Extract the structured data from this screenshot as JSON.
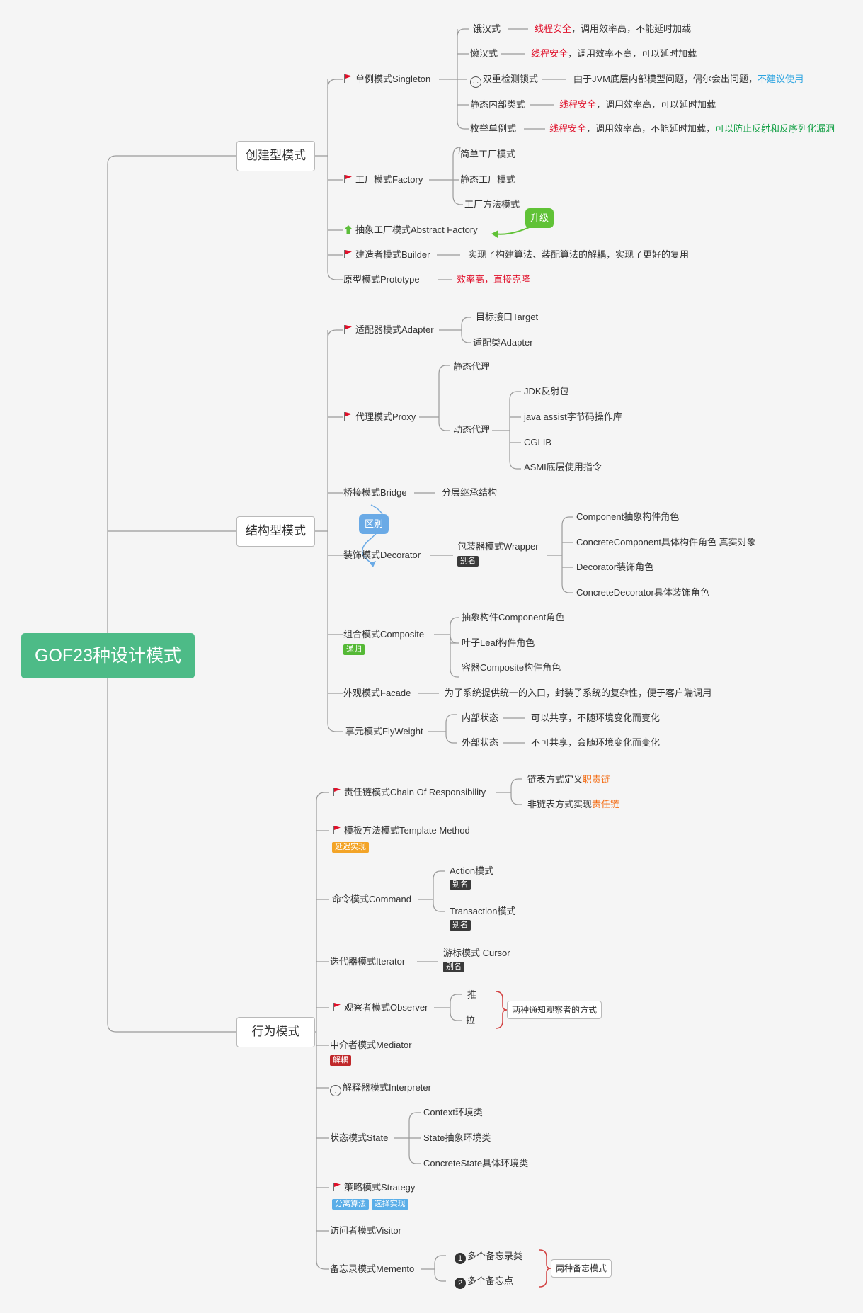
{
  "root": "GOF23种设计模式",
  "icons": {
    "flag": "red-flag-icon",
    "arrow": "green-up-arrow-icon",
    "face": "thinking-face-icon"
  },
  "colors": {
    "root": "#4dbb87",
    "red": "#e0102a",
    "blue": "#2ba3e0",
    "green": "#14a046",
    "orange": "#f46b12"
  },
  "creational": {
    "label": "创建型模式",
    "singleton": {
      "label": "单例模式Singleton",
      "items": [
        {
          "name": "饿汉式",
          "hl": "线程安全",
          "rest": "，调用效率高，不能延时加载"
        },
        {
          "name": "懒汉式",
          "hl": "线程安全",
          "rest": "，调用效率不高，可以延时加载"
        },
        {
          "name": "双重检测锁式",
          "text": "由于JVM底层内部模型问题，偶尔会出问题，",
          "hl_blue": "不建议使用"
        },
        {
          "name": "静态内部类式",
          "hl": "线程安全",
          "rest": "，调用效率高，可以延时加载"
        },
        {
          "name": "枚举单例式",
          "hl": "线程安全",
          "rest": "，调用效率高，不能延时加载，",
          "hl_green": "可以防止反射和反序列化漏洞"
        }
      ]
    },
    "factory": {
      "label": "工厂模式Factory",
      "items": [
        "简单工厂模式",
        "静态工厂模式",
        "工厂方法模式"
      ]
    },
    "upgrade_label": "升级",
    "abstract_factory": "抽象工厂模式Abstract Factory",
    "builder": {
      "label": "建造者模式Builder",
      "desc": "实现了构建算法、装配算法的解耦，实现了更好的复用"
    },
    "prototype": {
      "label": "原型模式Prototype",
      "desc": "效率高，直接克隆"
    }
  },
  "structural": {
    "label": "结构型模式",
    "adapter": {
      "label": "适配器模式Adapter",
      "items": [
        "目标接口Target",
        "适配类Adapter"
      ]
    },
    "proxy": {
      "label": "代理模式Proxy",
      "static": "静态代理",
      "dynamic": "动态代理",
      "dynamic_items": [
        "JDK反射包",
        "java assist字节码操作库",
        "CGLIB",
        "ASMI底层使用指令"
      ]
    },
    "bridge": {
      "label": "桥接模式Bridge",
      "desc": "分层继承结构"
    },
    "diff_label": "区别",
    "decorator": {
      "label": "装饰模式Decorator",
      "wrapper": "包装器模式Wrapper",
      "alias": "别名",
      "items": [
        "Component抽象构件角色",
        "ConcreteComponent具体构件角色 真实对象",
        "Decorator装饰角色",
        "ConcreteDecorator具体装饰角色"
      ]
    },
    "composite": {
      "label": "组合模式Composite",
      "tag": "递归",
      "items": [
        "抽象构件Component角色",
        "叶子Leaf构件角色",
        "容器Composite构件角色"
      ]
    },
    "facade": {
      "label": "外观模式Facade",
      "desc": "为子系统提供统一的入口，封装子系统的复杂性，便于客户端调用"
    },
    "flyweight": {
      "label": "享元模式FlyWeight",
      "items": [
        {
          "name": "内部状态",
          "desc": "可以共享，不随环境变化而变化"
        },
        {
          "name": "外部状态",
          "desc": "不可共享，会随环境变化而变化"
        }
      ]
    }
  },
  "behavioral": {
    "label": "行为模式",
    "chain": {
      "label": "责任链模式Chain Of Responsibility",
      "items": [
        {
          "pre": "链表方式定义",
          "hl": "职责链"
        },
        {
          "pre": "非链表方式实现",
          "hl": "责任链"
        }
      ]
    },
    "template": {
      "label": "模板方法模式Template Method",
      "tag": "延迟实现"
    },
    "command": {
      "label": "命令模式Command",
      "items": [
        "Action模式",
        "Transaction模式"
      ],
      "alias": "别名"
    },
    "iterator": {
      "label": "迭代器模式Iterator",
      "item": "游标模式 Cursor",
      "alias": "别名"
    },
    "observer": {
      "label": "观察者模式Observer",
      "items": [
        "推",
        "拉"
      ],
      "note": "两种通知观察者的方式"
    },
    "mediator": {
      "label": "中介者模式Mediator",
      "tag": "解耦"
    },
    "interpreter": {
      "label": "解释器模式Interpreter"
    },
    "state": {
      "label": "状态模式State",
      "items": [
        "Context环境类",
        "State抽象环境类",
        "ConcreteState具体环境类"
      ]
    },
    "strategy": {
      "label": "策略模式Strategy",
      "tags": [
        "分离算法",
        "选择实现"
      ]
    },
    "visitor": {
      "label": "访问者模式Visitor"
    },
    "memento": {
      "label": "备忘录模式Memento",
      "items": [
        "多个备忘录类",
        "多个备忘点"
      ],
      "nums": [
        "1",
        "2"
      ],
      "note": "两种备忘模式"
    }
  }
}
